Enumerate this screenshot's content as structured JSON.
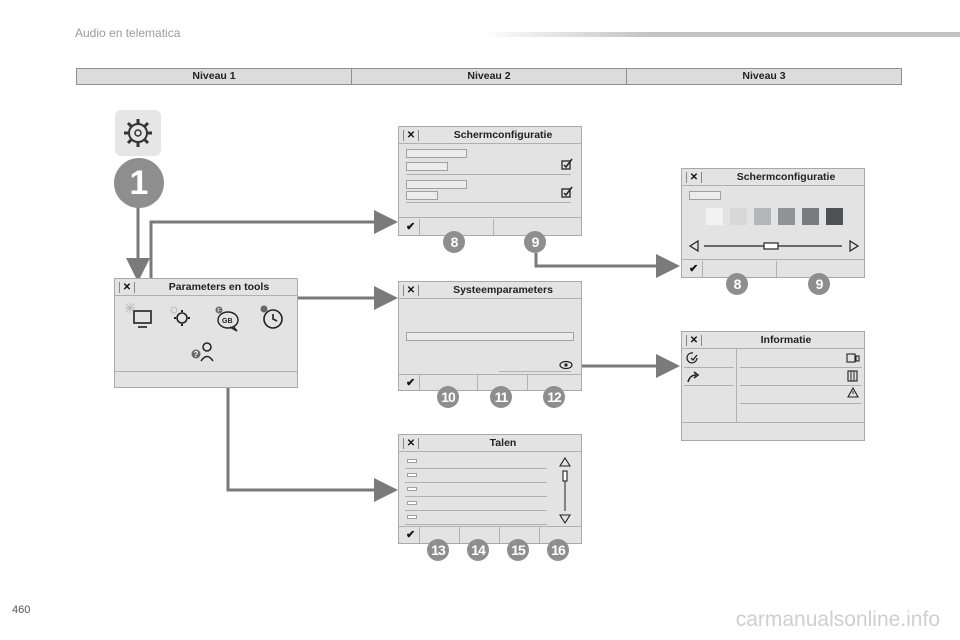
{
  "header": {
    "section_title": "Audio en telematica"
  },
  "levels": [
    "Niveau 1",
    "Niveau 2",
    "Niveau 3"
  ],
  "main_icon": {
    "number": "1",
    "icon": "gear-icon"
  },
  "panels": {
    "parameters": {
      "title": "Parameters en tools"
    },
    "screen_config": {
      "title": "Schermconfiguratie"
    },
    "screen_config_l3": {
      "title": "Schermconfiguratie"
    },
    "system_params": {
      "title": "Systeemparameters"
    },
    "information": {
      "title": "Informatie"
    },
    "languages": {
      "title": "Talen"
    }
  },
  "callouts": {
    "screen_config": [
      "8",
      "9"
    ],
    "screen_config_l3": [
      "8",
      "9"
    ],
    "system_params": [
      "10",
      "11",
      "12"
    ],
    "languages": [
      "13",
      "14",
      "15",
      "16"
    ]
  },
  "icon_labels": {
    "gb": "GB",
    "help": "?",
    "f_badge": "F"
  },
  "swatch_colors": [
    "#f2f2f2",
    "#d8d8d8",
    "#b3b6b8",
    "#8e9396",
    "#787c80",
    "#4e5256"
  ],
  "footer": {
    "page_number": "460",
    "watermark": "carmanualsonline.info"
  }
}
